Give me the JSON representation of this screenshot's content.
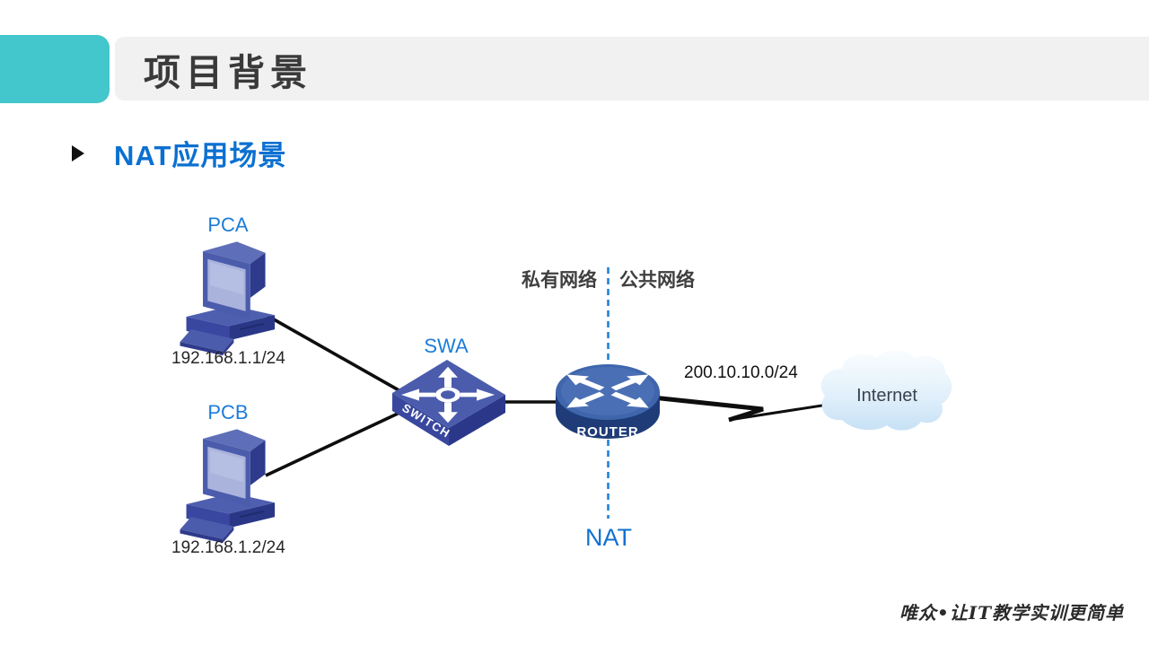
{
  "slide": {
    "title": "项目背景",
    "bullet_heading": "NAT应用场景",
    "watermark": "唯众•让IT教学实训更简单"
  },
  "diagram": {
    "zones": {
      "private_label": "私有网络",
      "public_label": "公共网络",
      "nat_label": "NAT"
    },
    "nodes": {
      "pca": {
        "name": "PCA",
        "ip": "192.168.1.1/24"
      },
      "pcb": {
        "name": "PCB",
        "ip": "192.168.1.2/24"
      },
      "switch": {
        "name": "SWA",
        "device_label": "SWITCH"
      },
      "router": {
        "device_label": "ROUTER"
      },
      "internet": {
        "name": "Internet"
      }
    },
    "links": {
      "wan_ip": "200.10.10.0/24"
    }
  },
  "colors": {
    "accent_teal": "#43C6CC",
    "title_bar_bg": "#F1F1F1",
    "heading_blue": "#0B70D1",
    "label_blue": "#1C7CD9",
    "device_blue": "#4B5CAC",
    "device_dark_navy": "#2E3B8C",
    "router_top_blue": "#3F66AC",
    "router_body_navy": "#1F3C78",
    "dashed_line_blue": "#1E82DC",
    "link_line_black": "#0E0E0E",
    "cloud_blue": "#C9E2F7"
  }
}
